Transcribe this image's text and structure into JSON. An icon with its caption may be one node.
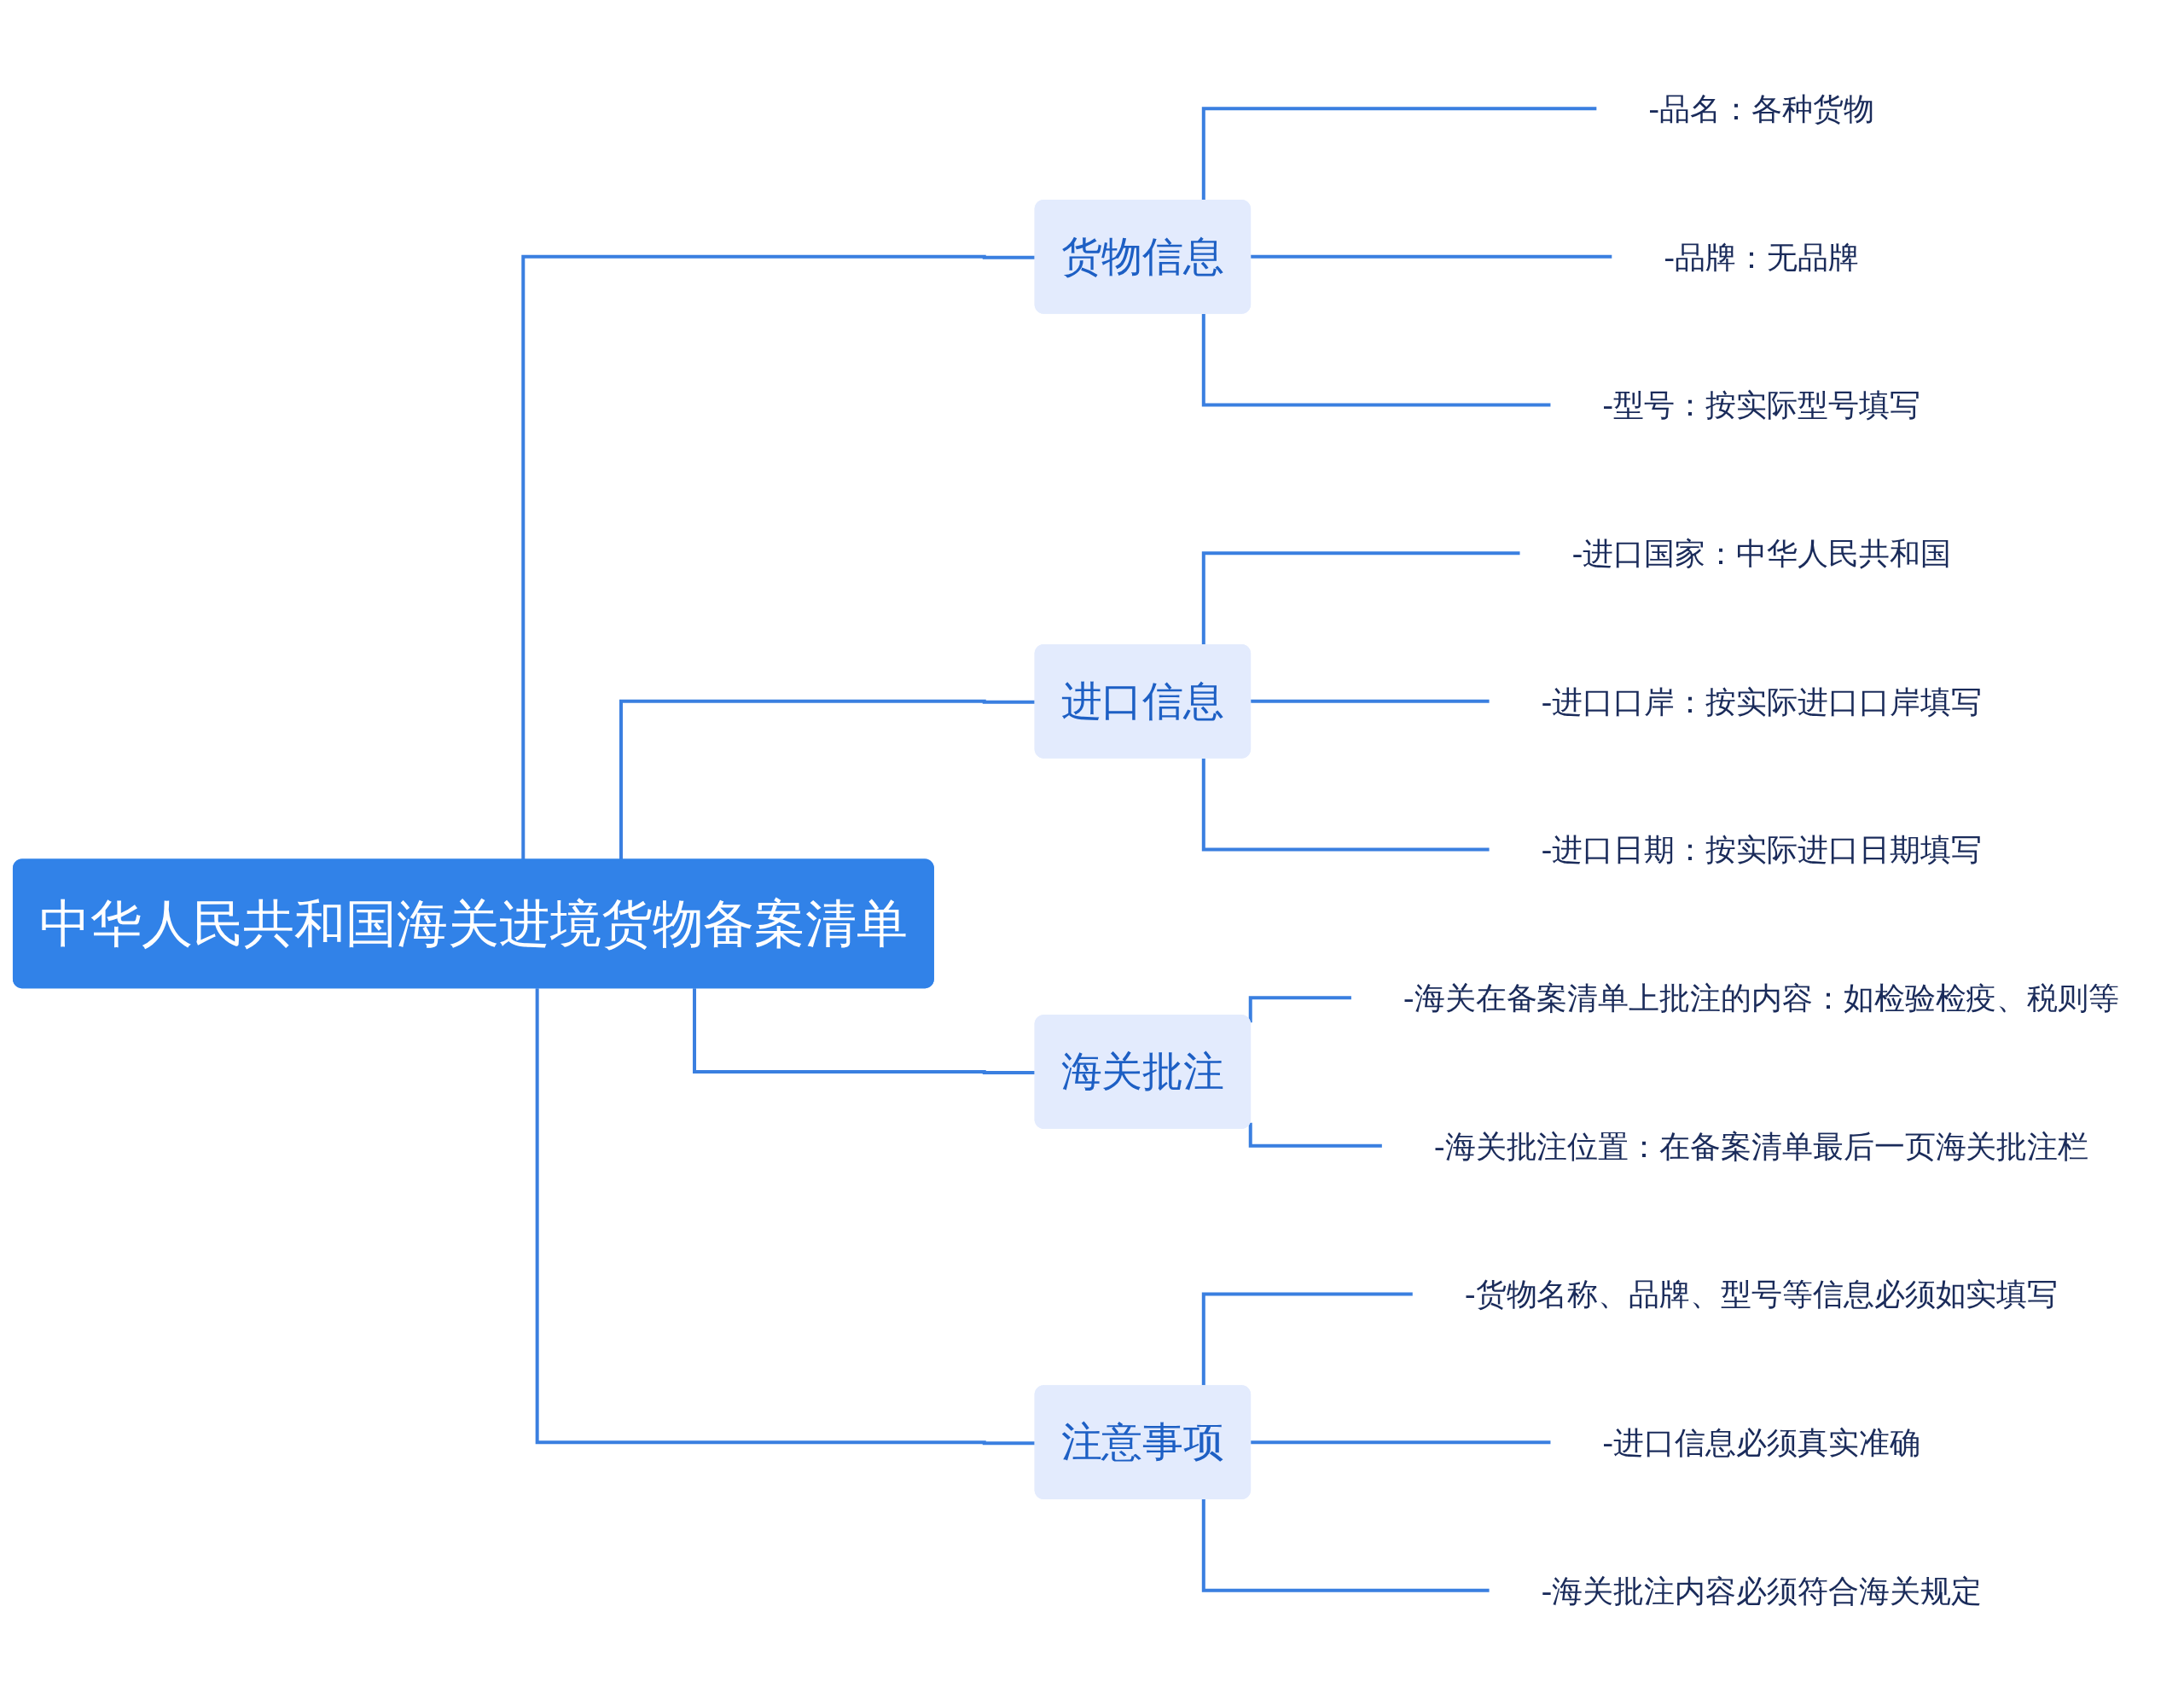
{
  "diagram": {
    "nodes": [
      {
        "text": [
          "中华人民共和国海关进境货物备案清单"
        ]
      },
      {
        "text": [
          "货物信息"
        ]
      },
      {
        "text": [
          "-品名：各种货物"
        ]
      },
      {
        "text": [
          "-品牌：无品牌"
        ]
      },
      {
        "text": [
          "-型号：按实际型号填写"
        ]
      },
      {
        "text": [
          "进口信息"
        ]
      },
      {
        "text": [
          "-进口国家：中华人民共和国"
        ]
      },
      {
        "text": [
          "-进口口岸：按实际进口口岸填写"
        ]
      },
      {
        "text": [
          "-进口日期：按实际进口日期填写"
        ]
      },
      {
        "text": [
          "海关批注"
        ]
      },
      {
        "text": [
          "-海关在备案清单上批注的内容：如检验检疫、税则等"
        ]
      },
      {
        "text": [
          "-海关批注位置：在备案清单最后一页海关批注栏"
        ]
      },
      {
        "text": [
          "注意事项"
        ]
      },
      {
        "text": [
          "-货物名称、品牌、型号等信息必须如实填写"
        ]
      },
      {
        "text": [
          "-进口信息必须真实准确"
        ]
      },
      {
        "text": [
          "-海关批注内容必须符合海关规定"
        ]
      }
    ],
    "edges": [
      {
        "from": 0,
        "to": 1,
        "arrow": "none"
      },
      {
        "from": 1,
        "to": 2,
        "arrow": "none"
      },
      {
        "from": 1,
        "to": 3,
        "arrow": "none"
      },
      {
        "from": 1,
        "to": 4,
        "arrow": "none"
      },
      {
        "from": 0,
        "to": 5,
        "arrow": "none"
      },
      {
        "from": 5,
        "to": 6,
        "arrow": "none"
      },
      {
        "from": 5,
        "to": 7,
        "arrow": "none"
      },
      {
        "from": 5,
        "to": 8,
        "arrow": "none"
      },
      {
        "from": 0,
        "to": 9,
        "arrow": "none"
      },
      {
        "from": 9,
        "to": 10,
        "arrow": "none"
      },
      {
        "from": 9,
        "to": 11,
        "arrow": "none"
      },
      {
        "from": 0,
        "to": 12,
        "arrow": "none"
      },
      {
        "from": 12,
        "to": 13,
        "arrow": "none"
      },
      {
        "from": 12,
        "to": 14,
        "arrow": "none"
      },
      {
        "from": 12,
        "to": 15,
        "arrow": "none"
      }
    ]
  }
}
